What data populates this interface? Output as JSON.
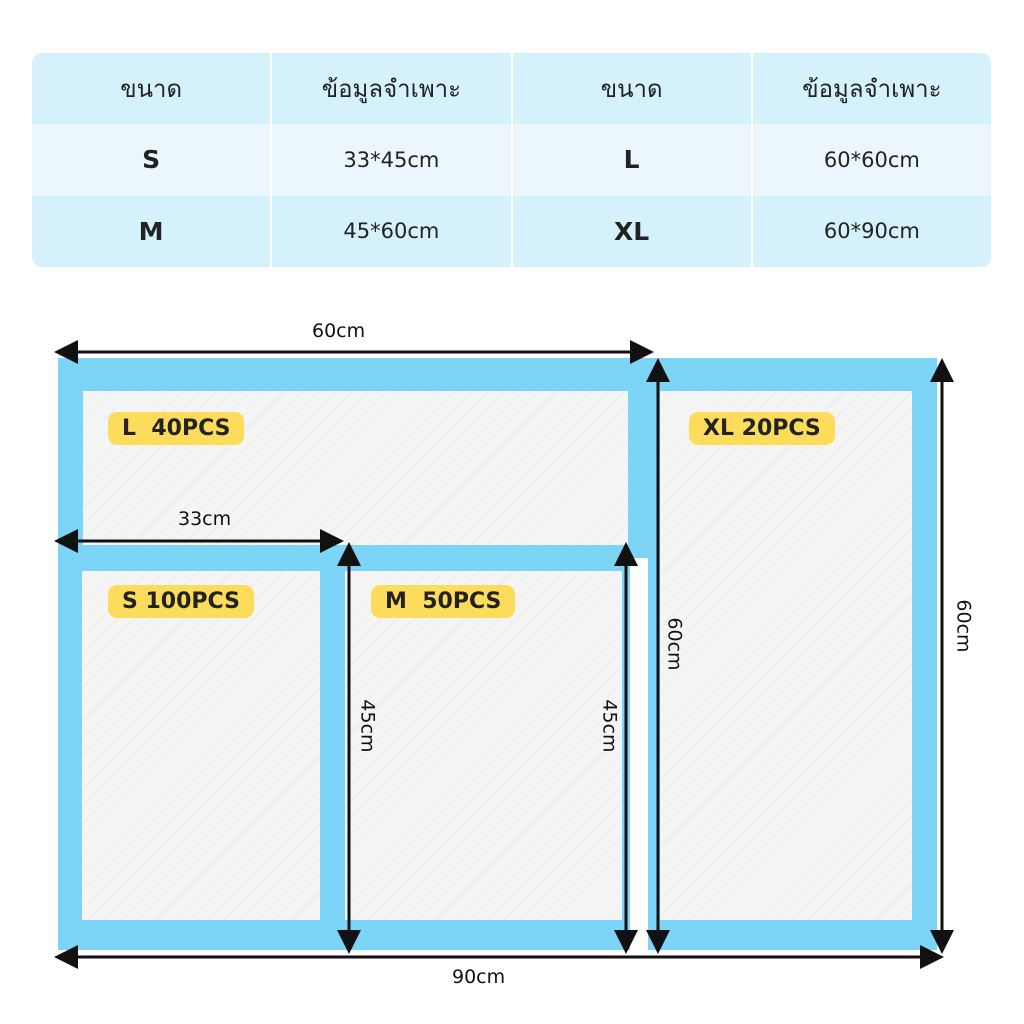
{
  "table": {
    "headers": [
      "ขนาด",
      "ข้อมูลจำเพาะ",
      "ขนาด",
      "ข้อมูลจำเพาะ"
    ],
    "rows": [
      [
        "S",
        "33*45cm",
        "L",
        "60*60cm"
      ],
      [
        "M",
        "45*60cm",
        "XL",
        "60*90cm"
      ]
    ]
  },
  "diagram": {
    "labels": {
      "l": "L  40PCS",
      "xl": "XL 20PCS",
      "s": "S 100PCS",
      "m": "M  50PCS"
    },
    "dims": {
      "top": "60cm",
      "s_width": "33cm",
      "s_height": "45cm",
      "m_height": "45cm",
      "l_height": "60cm",
      "xl_height": "60cm",
      "bottom": "90cm"
    }
  },
  "colors": {
    "pad_border": "#7cd4f7",
    "tag": "#fddc5c",
    "table_header": "#d5f1fc"
  }
}
